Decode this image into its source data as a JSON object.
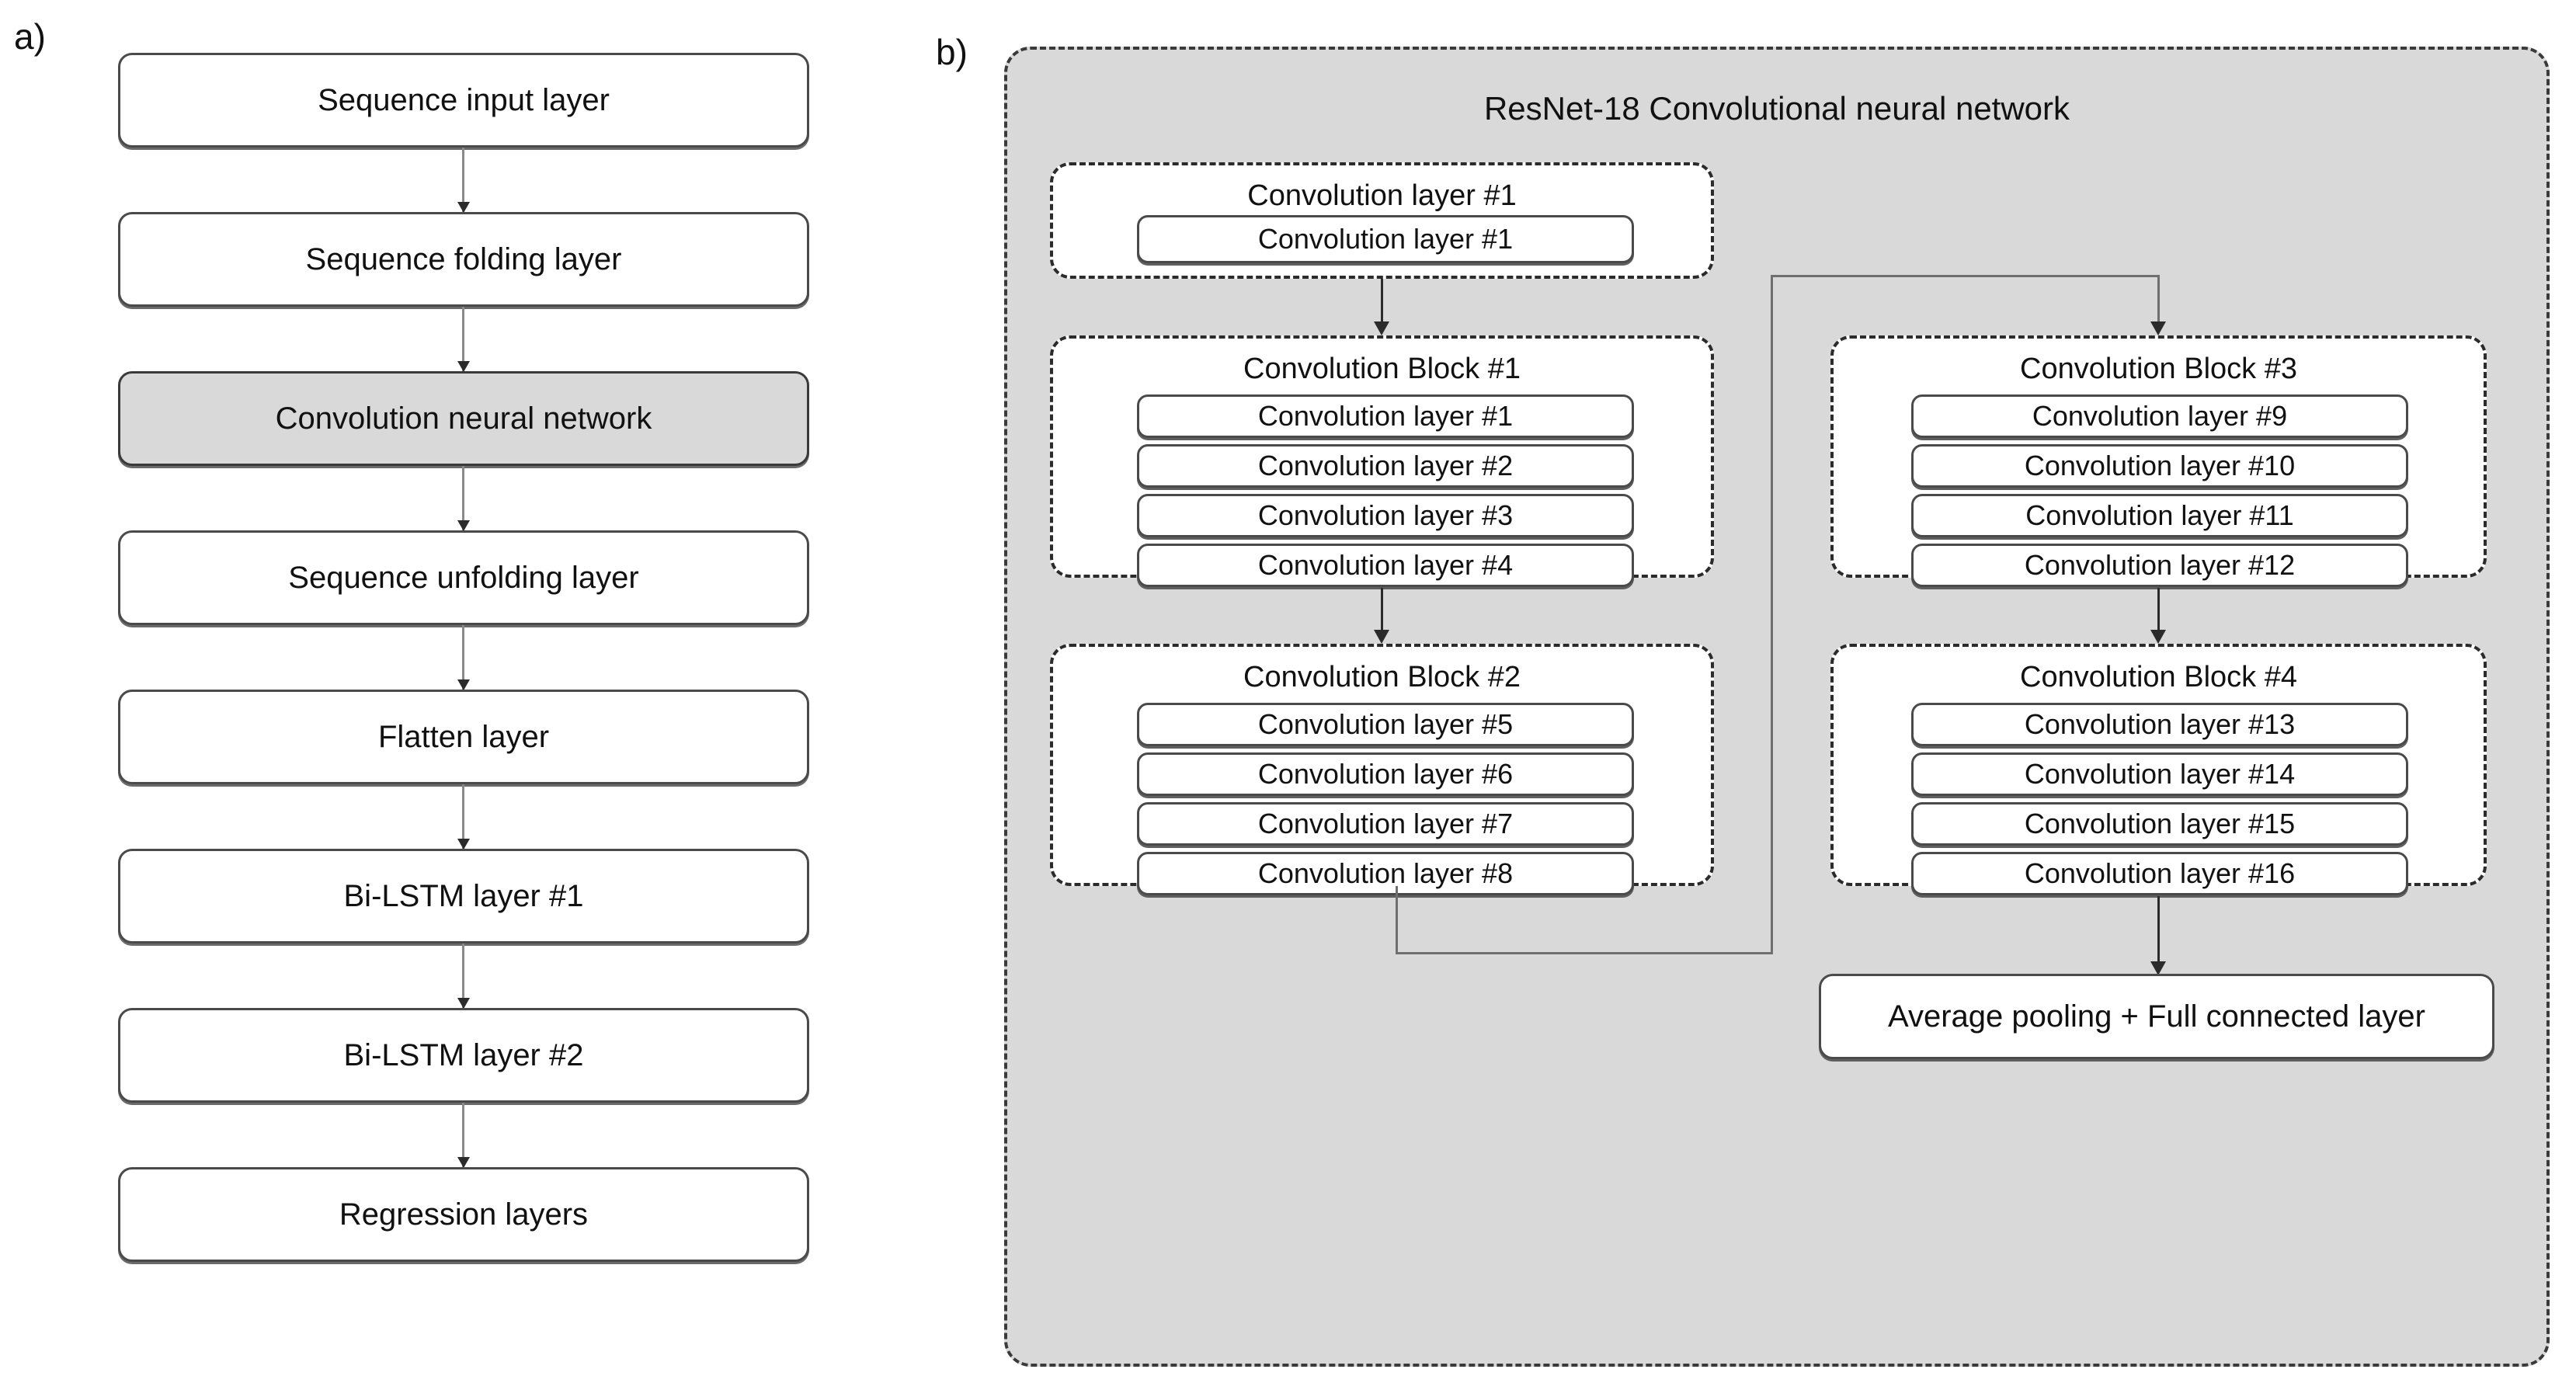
{
  "figure": {
    "panel_a_label": "a)",
    "panel_b_label": "b)"
  },
  "panel_a": {
    "name": "CNN-BiLSTM pipeline",
    "boxes": [
      {
        "label": "Sequence input layer",
        "shaded": false
      },
      {
        "label": "Sequence folding layer",
        "shaded": false
      },
      {
        "label": "Convolution neural network",
        "shaded": true
      },
      {
        "label": "Sequence unfolding layer",
        "shaded": false
      },
      {
        "label": "Flatten layer",
        "shaded": false
      },
      {
        "label": "Bi-LSTM layer #1",
        "shaded": false
      },
      {
        "label": "Bi-LSTM layer #2",
        "shaded": false
      },
      {
        "label": "Regression layers",
        "shaded": false
      }
    ]
  },
  "panel_b": {
    "title": "ResNet-18 Convolutional neural network",
    "stem_group": {
      "title": "Convolution layer #1",
      "layers": [
        "Convolution layer #1"
      ]
    },
    "blocks": [
      {
        "title": "Convolution Block #1",
        "layers": [
          "Convolution layer #1",
          "Convolution layer #2",
          "Convolution layer #3",
          "Convolution layer #4"
        ]
      },
      {
        "title": "Convolution Block #2",
        "layers": [
          "Convolution layer #5",
          "Convolution layer #6",
          "Convolution layer #7",
          "Convolution layer #8"
        ]
      },
      {
        "title": "Convolution Block #3",
        "layers": [
          "Convolution layer #9",
          "Convolution layer #10",
          "Convolution layer #11",
          "Convolution layer #12"
        ]
      },
      {
        "title": "Convolution Block #4",
        "layers": [
          "Convolution layer #13",
          "Convolution layer #14",
          "Convolution layer #15",
          "Convolution layer #16"
        ]
      }
    ],
    "output_box": "Average pooling + Full connected layer"
  },
  "colors": {
    "panel_fill": "#d9d9d9",
    "shaded_box_fill": "#d9d9d9",
    "box_fill": "#ffffff",
    "border": "#4a4a4a",
    "dashed_border": "#2b2b2b",
    "arrow": "#2b2b2b",
    "page_background": "#ffffff"
  }
}
